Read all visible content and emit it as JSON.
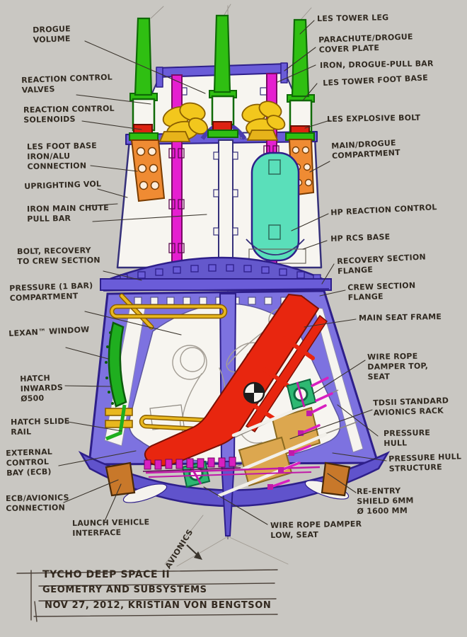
{
  "drawing_title": "Tycho Deep Space II capsule cutaway sketch",
  "title_block": {
    "line1": "TYCHO DEEP SPACE II",
    "line2": "GEOMETRY AND SUBSYSTEMS",
    "line3": "NOV 27, 2012, KRISTIAN VON BENGTSON"
  },
  "labels": {
    "left": [
      {
        "id": "drogue-volume",
        "lines": [
          "DROGUE",
          "VOLUME"
        ]
      },
      {
        "id": "reaction-control-valves",
        "lines": [
          "REACTION CONTROL",
          "VALVES"
        ]
      },
      {
        "id": "reaction-control-solenoids",
        "lines": [
          "REACTION CONTROL",
          "SOLENOIDS"
        ]
      },
      {
        "id": "les-foot-base-connection",
        "lines": [
          "LES FOOT BASE",
          "IRON/ALU",
          "CONNECTION"
        ]
      },
      {
        "id": "uprighting-vol",
        "lines": [
          "UPRIGHTING VOL"
        ]
      },
      {
        "id": "iron-main-chute-pull-bar",
        "lines": [
          "IRON MAIN CHUTE",
          "PULL BAR"
        ]
      },
      {
        "id": "bolt-recovery-to-crew-section",
        "lines": [
          "BOLT, RECOVERY",
          "TO CREW SECTION"
        ]
      },
      {
        "id": "pressure-compartment",
        "lines": [
          "PRESSURE (1 BAR)",
          "COMPARTMENT"
        ]
      },
      {
        "id": "lexan-window",
        "lines": [
          "LEXAN™ WINDOW"
        ]
      },
      {
        "id": "hatch-inwards",
        "lines": [
          "HATCH",
          "INWARDS",
          "Ø500"
        ]
      },
      {
        "id": "hatch-slide-rail",
        "lines": [
          "HATCH SLIDE",
          "RAIL"
        ]
      },
      {
        "id": "external-control-bay",
        "lines": [
          "EXTERNAL",
          "CONTROL",
          "BAY (ECB)"
        ]
      },
      {
        "id": "ecb-avionics-connection",
        "lines": [
          "ECB/AVIONICS",
          "CONNECTION"
        ]
      },
      {
        "id": "launch-vehicle-interface",
        "lines": [
          "LAUNCH VEHICLE",
          "INTERFACE"
        ]
      }
    ],
    "right": [
      {
        "id": "les-tower-leg",
        "lines": [
          "LES TOWER LEG"
        ]
      },
      {
        "id": "parachute-drogue-cover-plate",
        "lines": [
          "PARACHUTE/DROGUE",
          "COVER PLATE"
        ]
      },
      {
        "id": "iron-drogue-pull-bar",
        "lines": [
          "IRON, DROGUE-PULL BAR"
        ]
      },
      {
        "id": "les-tower-foot-base",
        "lines": [
          "LES TOWER FOOT BASE"
        ]
      },
      {
        "id": "les-explosive-bolt",
        "lines": [
          "LES EXPLOSIVE BOLT"
        ]
      },
      {
        "id": "main-drogue-compartment",
        "lines": [
          "MAIN/DROGUE",
          "COMPARTMENT"
        ]
      },
      {
        "id": "hp-reaction-control",
        "lines": [
          "HP REACTION CONTROL"
        ]
      },
      {
        "id": "hp-rcs-base",
        "lines": [
          "HP RCS BASE"
        ]
      },
      {
        "id": "recovery-section-flange",
        "lines": [
          "RECOVERY SECTION",
          "FLANGE"
        ]
      },
      {
        "id": "crew-section-flange",
        "lines": [
          "CREW SECTION",
          "FLANGE"
        ]
      },
      {
        "id": "main-seat-frame",
        "lines": [
          "MAIN SEAT FRAME"
        ]
      },
      {
        "id": "wire-rope-damper-top-seat",
        "lines": [
          "WIRE ROPE",
          "DAMPER TOP,",
          "SEAT"
        ]
      },
      {
        "id": "tdsii-standard-avionics-rack",
        "lines": [
          "TDSII STANDARD",
          "AVIONICS RACK"
        ]
      },
      {
        "id": "pressure-hull",
        "lines": [
          "PRESSURE",
          "HULL"
        ]
      },
      {
        "id": "pressure-hull-structure",
        "lines": [
          "PRESSURE HULL",
          "STRUCTURE"
        ]
      },
      {
        "id": "re-entry-shield",
        "lines": [
          "RE-ENTRY",
          "SHIELD 6MM",
          "Ø 1600 MM"
        ]
      },
      {
        "id": "wire-rope-damper-low-seat",
        "lines": [
          "WIRE ROPE DAMPER",
          "LOW, SEAT"
        ]
      }
    ],
    "center": [
      {
        "id": "avionics",
        "lines": [
          "AVIONICS"
        ]
      }
    ]
  },
  "colors": {
    "background": "#c9c7c2",
    "ink": "#322b22",
    "frame_purple": "#6a5cd8",
    "cone_periwinkle": "#7d72e0",
    "shield_violet": "#6053cc",
    "les_leg_green": "#2fbf12",
    "pull_bar_magenta": "#e51fd0",
    "parachute_yellow": "#f2c71d",
    "foot_base_orange": "#ef8b33",
    "solenoid_red": "#dd2211",
    "rcs_tank_teal": "#5adfba",
    "seat_red": "#e8260f",
    "avionics_rack_tan": "#dca74f",
    "window_green": "#1fae1f",
    "damper_green": "#2eb872",
    "interior_white": "#f7f5f0"
  }
}
